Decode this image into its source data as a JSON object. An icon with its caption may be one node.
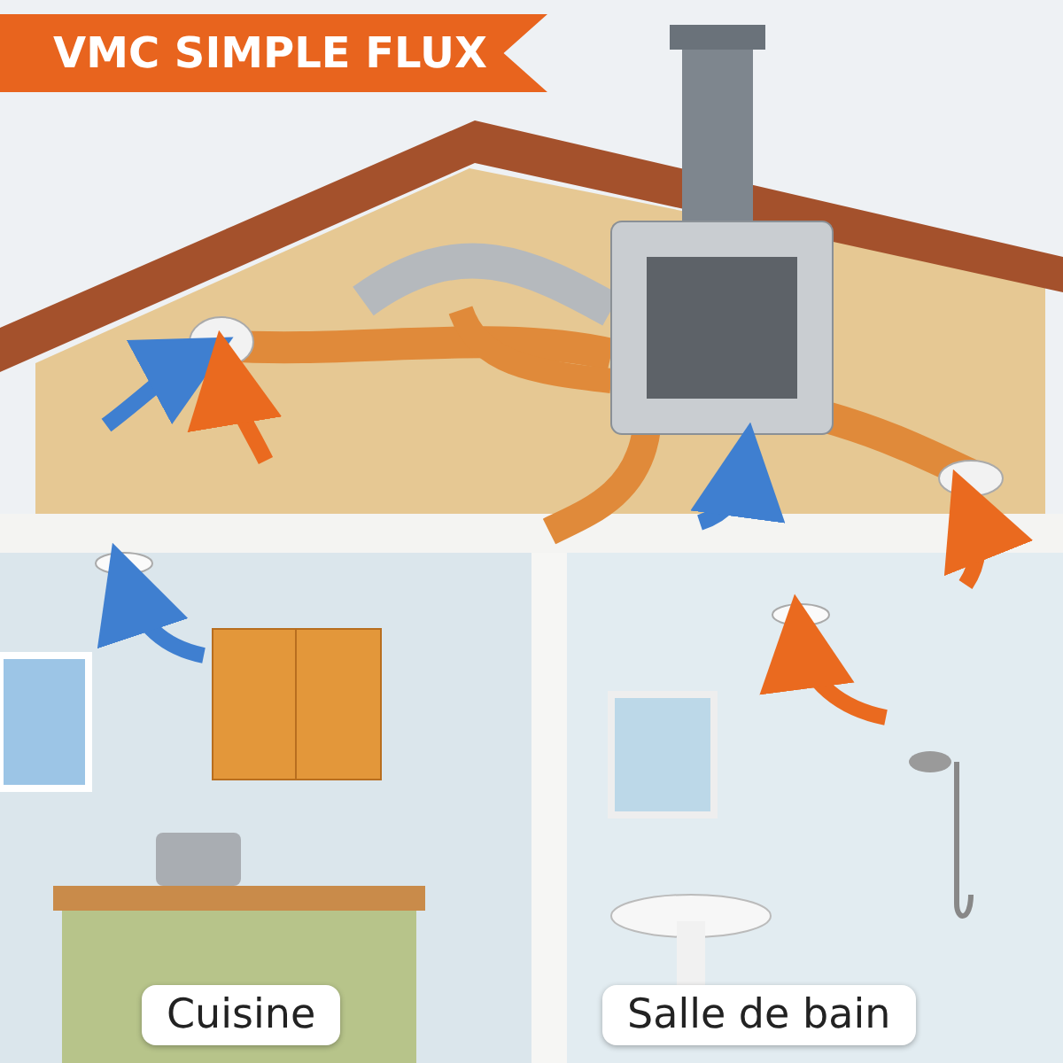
{
  "diagram": {
    "title": "VMC SIMPLE FLUX",
    "labels": [
      "Cuisine",
      "Salle de bain"
    ]
  }
}
